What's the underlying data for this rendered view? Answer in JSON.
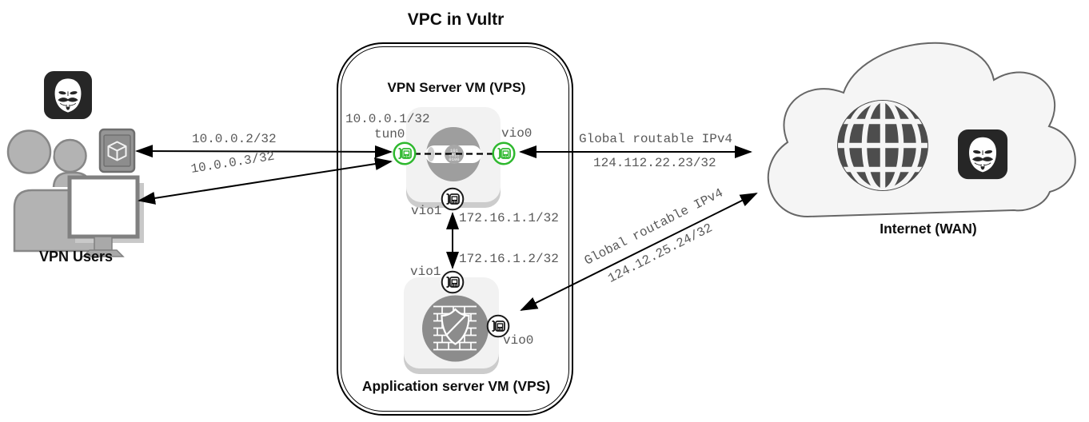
{
  "vpc": {
    "title": "VPC in Vultr",
    "vpn_server": {
      "label": "VPN Server VM (VPS)",
      "if_tun0": "tun0",
      "if_vio0": "vio0",
      "if_vio1": "vio1",
      "ip_tun0": "10.0.0.1/32",
      "ip_vio1": "172.16.1.1/32"
    },
    "app_server": {
      "label": "Application server VM (VPS)",
      "if_vio1": "vio1",
      "if_vio0": "vio0",
      "ip_vio1": "172.16.1.2/32"
    }
  },
  "users": {
    "label": "VPN Users"
  },
  "internet": {
    "label": "Internet (WAN)"
  },
  "links": {
    "tablet_to_vpn": {
      "ip": "10.0.0.2/32"
    },
    "desktop_to_vpn": {
      "ip": "10.0.0.3/32"
    },
    "vpn_to_wan": {
      "caption": "Global routable IPv4",
      "ip": "124.112.22.23/32"
    },
    "app_to_wan": {
      "caption": "Global routable IPv4",
      "ip": "124.12.25.24/32"
    }
  },
  "icons": {
    "tunnel_binary_row1": "101",
    "tunnel_binary_row2": "0010",
    "tunnel_binary_row3": "0100",
    "names": [
      "anonymous-mask-icon",
      "users-icon",
      "tablet-icon",
      "monitor-icon",
      "nic-icon",
      "vpn-tunnel-icon",
      "firewall-shield-icon",
      "globe-icon",
      "cloud-shape"
    ]
  },
  "colors": {
    "nic_active_green": "#2eb82e",
    "mono_label_gray": "#595959",
    "node_fill_gray": "#8c8c8c",
    "cloud_fill": "#f5f5f5",
    "line_black": "#000000"
  }
}
